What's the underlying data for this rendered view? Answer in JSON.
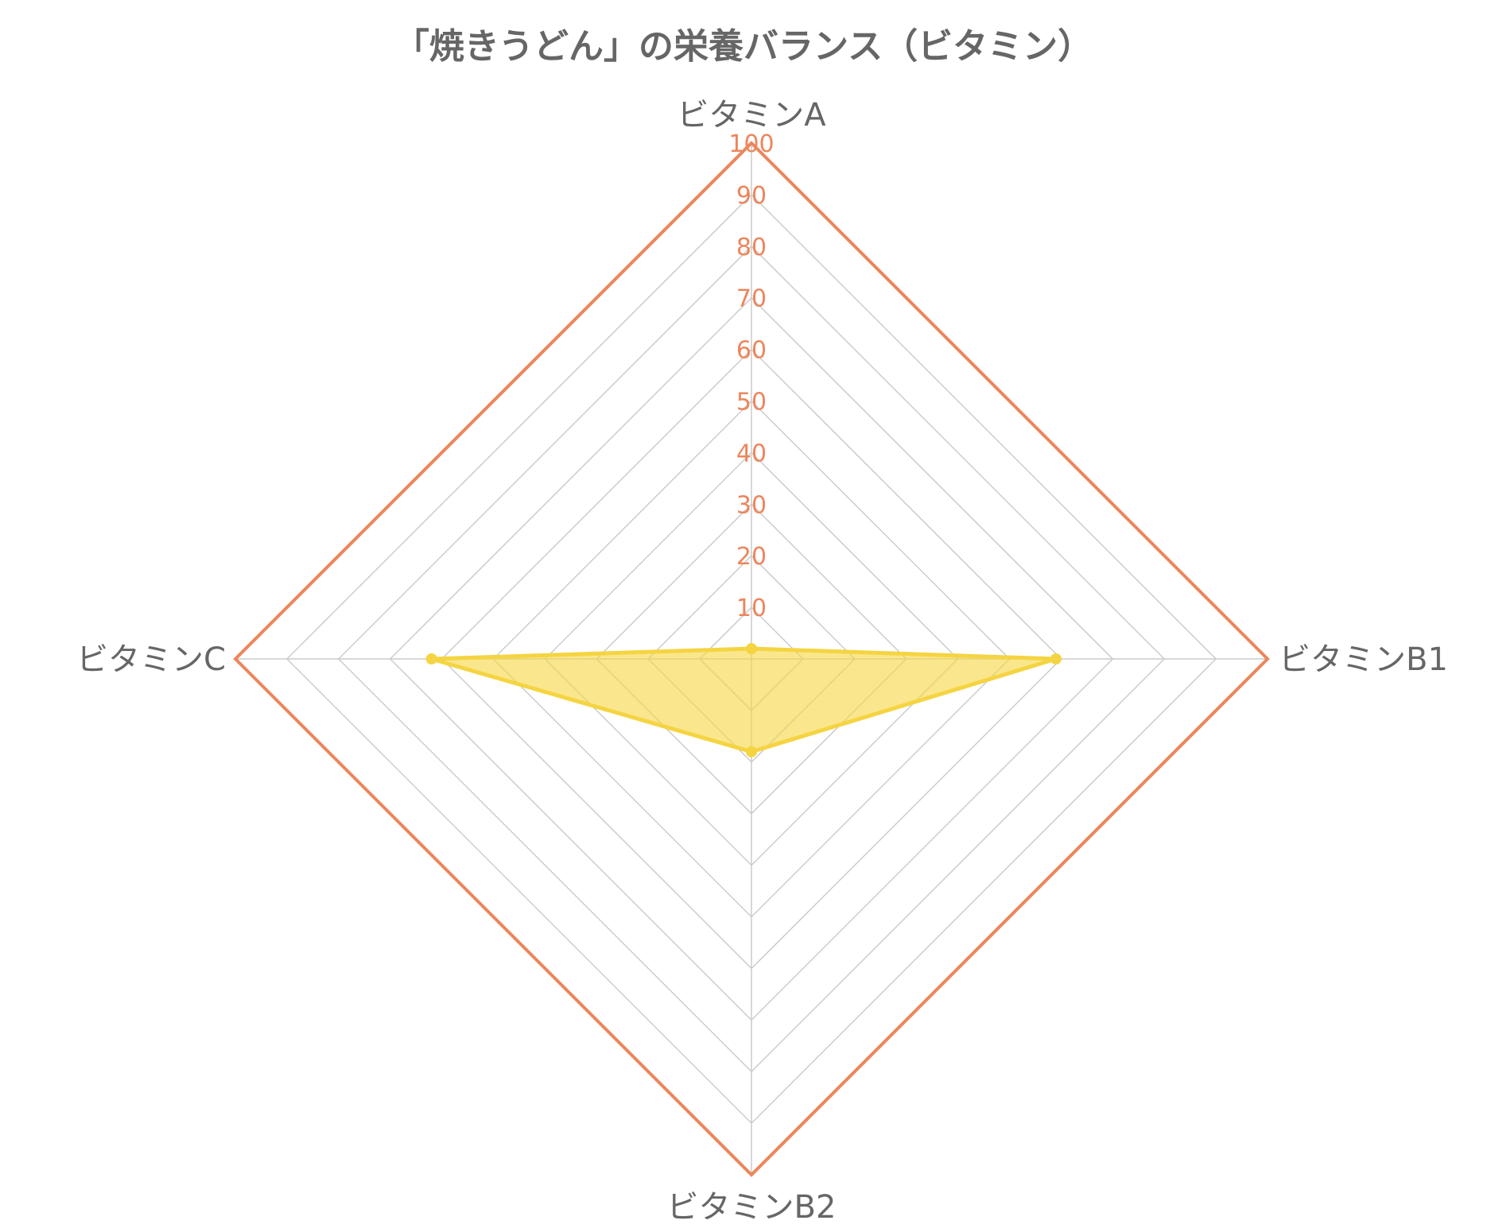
{
  "chart_data": {
    "type": "radar",
    "title": "「焼きうどん」の栄養バランス（ビタミン）",
    "axes": [
      "ビタミンA",
      "ビタミンB1",
      "ビタミンB2",
      "ビタミンC"
    ],
    "ticks": [
      "10",
      "20",
      "30",
      "40",
      "50",
      "60",
      "70",
      "80",
      "90",
      "100"
    ],
    "rlim": [
      0,
      100
    ],
    "series": [
      {
        "values": [
          2,
          59,
          18,
          62
        ],
        "color": "#f5d442",
        "fill": "rgba(246, 214, 64, 0.6)"
      }
    ],
    "outline_color": "#ec865c",
    "grid_color": "#cccccc",
    "grid": true
  }
}
